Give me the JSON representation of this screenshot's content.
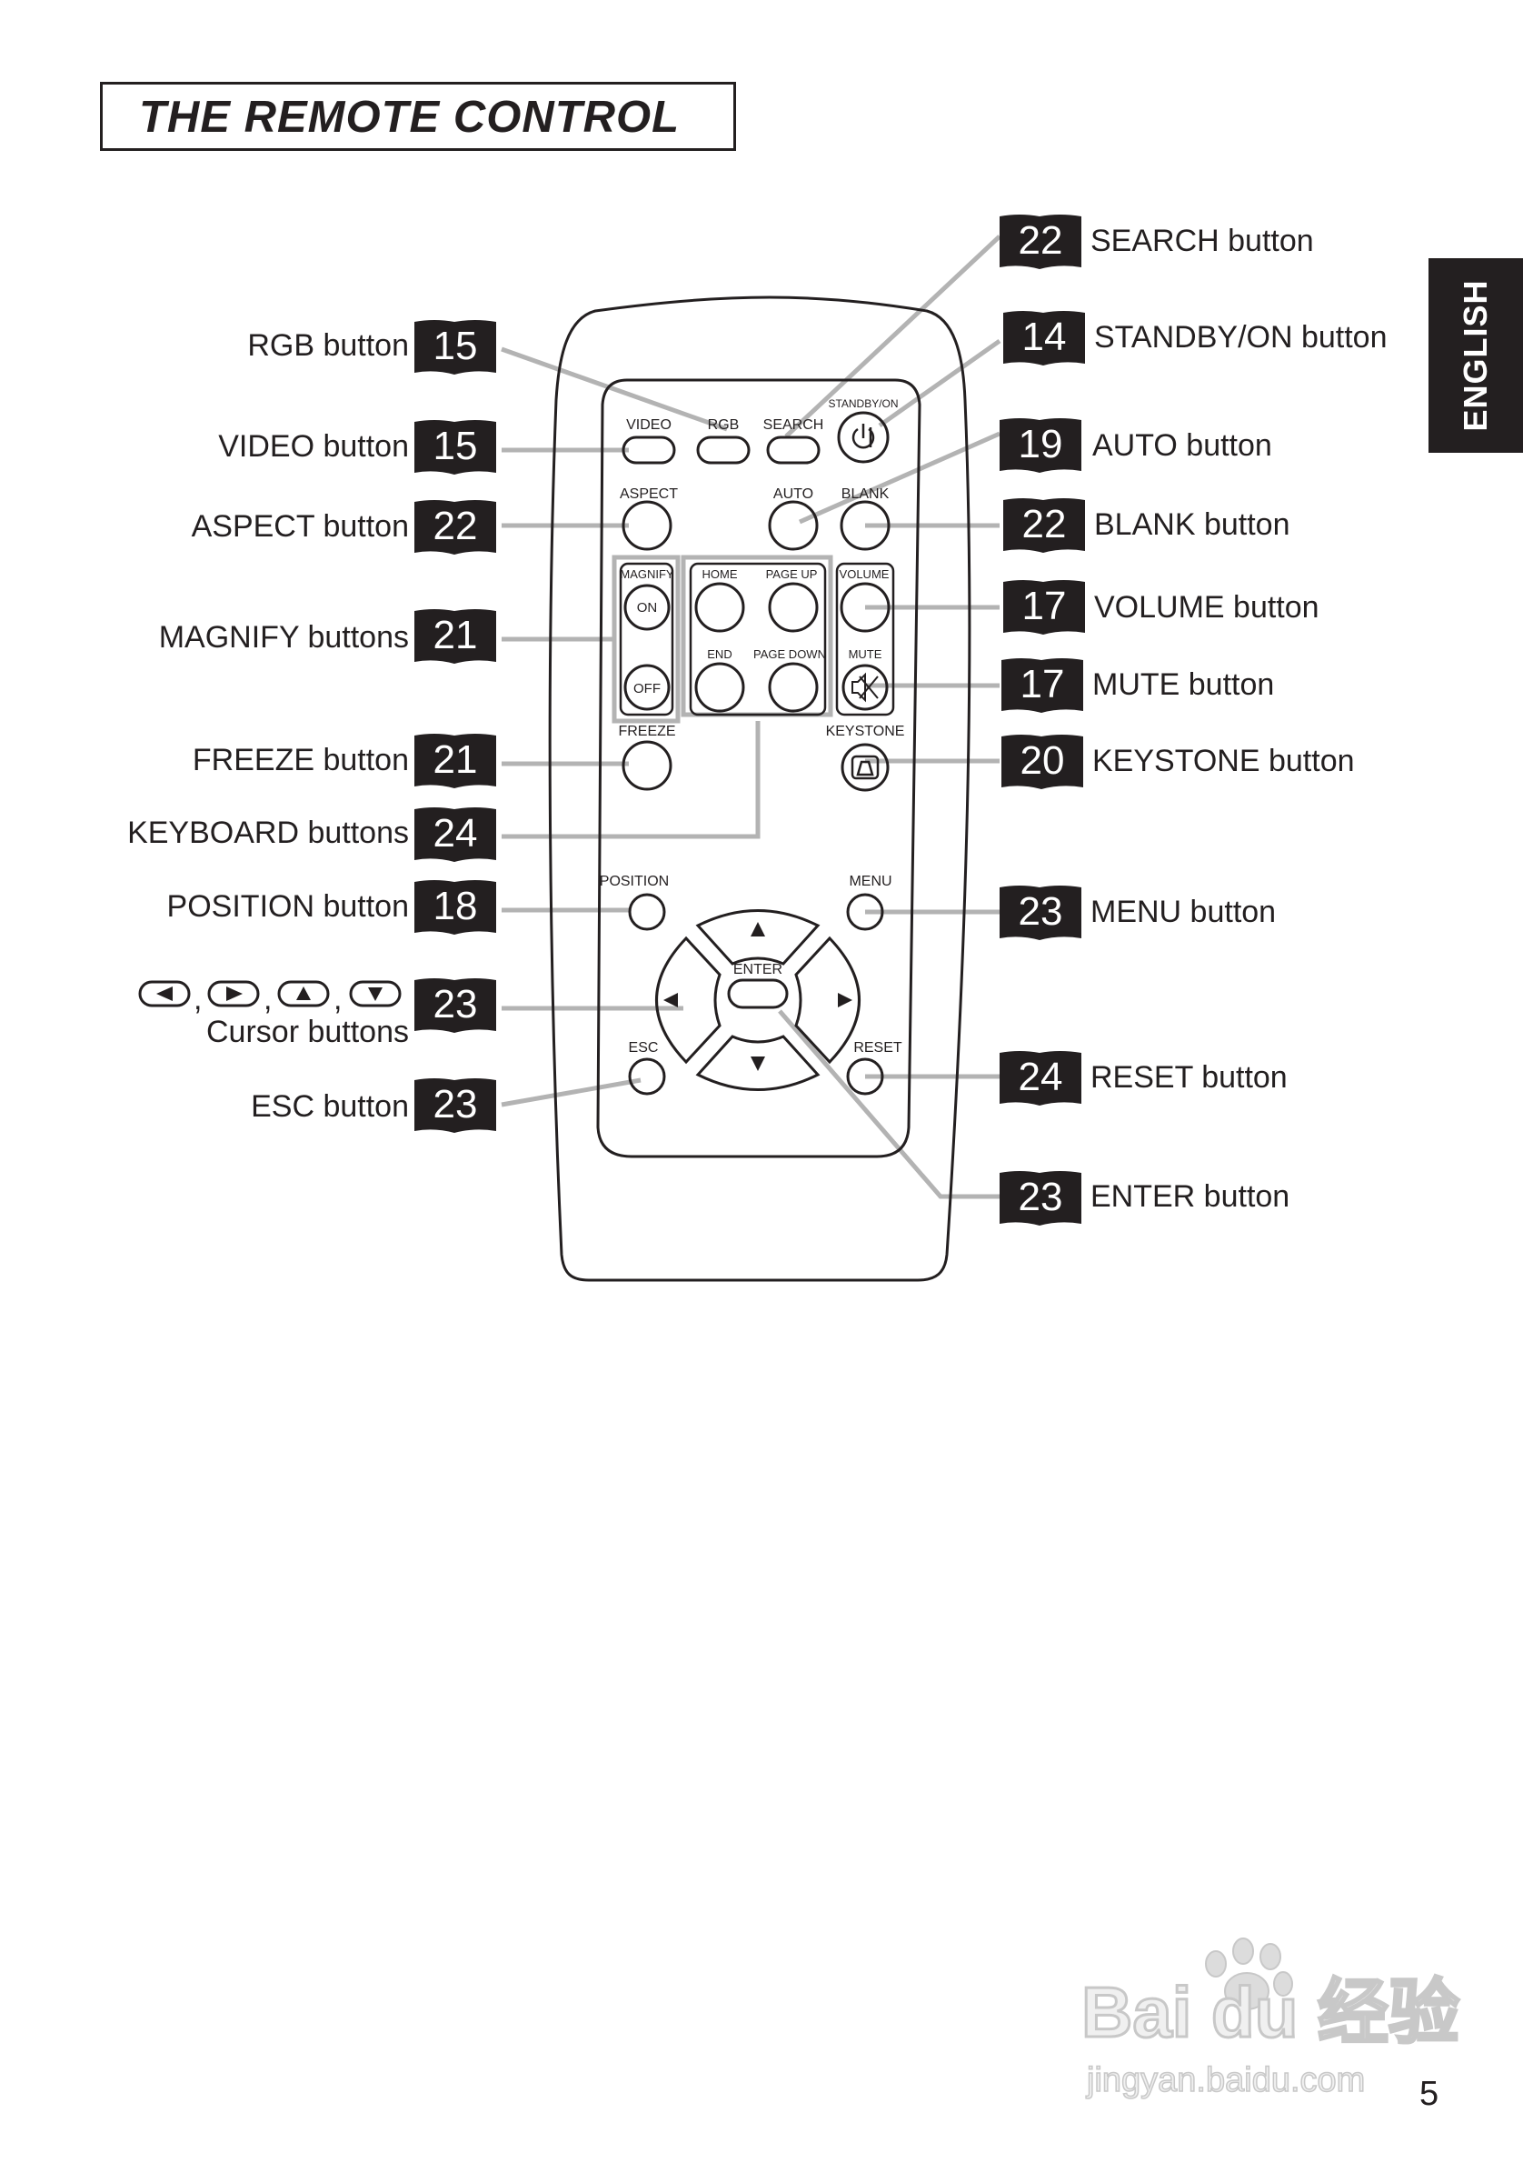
{
  "page": {
    "title": "THE REMOTE CONTROL",
    "side_tab": "ENGLISH",
    "page_number": "5",
    "watermark_text": "Bai du 经验",
    "watermark_url": "jingyan.baidu.com"
  },
  "remote_labels": {
    "video": "VIDEO",
    "rgb": "RGB",
    "search": "SEARCH",
    "standby": "STANDBY/ON",
    "aspect": "ASPECT",
    "auto": "AUTO",
    "blank": "BLANK",
    "magnify": "MAGNIFY",
    "on": "ON",
    "off": "OFF",
    "home": "HOME",
    "page_up": "PAGE UP",
    "end": "END",
    "page_down": "PAGE DOWN",
    "volume": "VOLUME",
    "mute": "MUTE",
    "freeze": "FREEZE",
    "keystone": "KEYSTONE",
    "position": "POSITION",
    "menu": "MENU",
    "enter": "ENTER",
    "esc": "ESC",
    "reset": "RESET"
  },
  "callouts_left": [
    {
      "label": "RGB button",
      "page": "15"
    },
    {
      "label": "VIDEO button",
      "page": "15"
    },
    {
      "label": "ASPECT button",
      "page": "22"
    },
    {
      "label": "MAGNIFY buttons",
      "page": "21"
    },
    {
      "label": "FREEZE button",
      "page": "21"
    },
    {
      "label": "KEYBOARD buttons",
      "page": "24"
    },
    {
      "label": "POSITION button",
      "page": "18"
    },
    {
      "label": "Cursor buttons",
      "page": "23",
      "prefix_separator": ","
    },
    {
      "label": "ESC button",
      "page": "23"
    }
  ],
  "callouts_right": [
    {
      "label": "SEARCH button",
      "page": "22"
    },
    {
      "label": "STANDBY/ON button",
      "page": "14"
    },
    {
      "label": "AUTO button",
      "page": "19"
    },
    {
      "label": "BLANK button",
      "page": "22"
    },
    {
      "label": "VOLUME button",
      "page": "17"
    },
    {
      "label": "MUTE button",
      "page": "17"
    },
    {
      "label": "KEYSTONE button",
      "page": "20"
    },
    {
      "label": "MENU button",
      "page": "23"
    },
    {
      "label": "RESET button",
      "page": "24"
    },
    {
      "label": "ENTER button",
      "page": "23"
    }
  ],
  "colors": {
    "ink": "#231f20",
    "leader_line": "#b3b3b3",
    "tab_text": "#ffffff",
    "watermark": "#cfcfcf"
  }
}
